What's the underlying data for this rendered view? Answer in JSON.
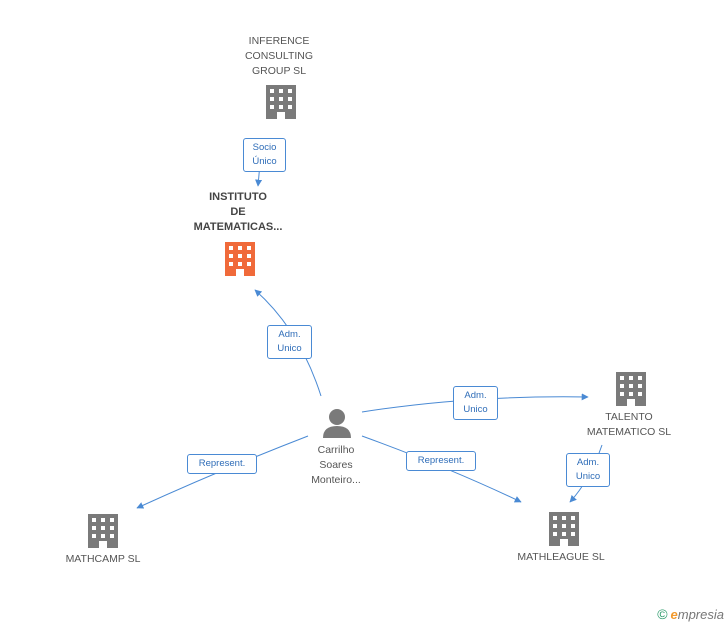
{
  "colors": {
    "building_gray": "#7a7a7a",
    "building_highlight": "#f06a3a",
    "edge": "#4a8ad4",
    "person": "#7a7a7a"
  },
  "nodes": {
    "inference": {
      "lines": [
        "INFERENCE",
        "CONSULTING",
        "GROUP SL"
      ],
      "icon": "building-icon"
    },
    "instituto": {
      "lines": [
        "INSTITUTO",
        "DE",
        "MATEMATICAS..."
      ],
      "icon": "building-icon"
    },
    "person": {
      "lines": [
        "Carrilho",
        "Soares",
        "Monteiro..."
      ],
      "icon": "person-icon"
    },
    "talento": {
      "lines": [
        "TALENTO",
        "MATEMATICO SL"
      ],
      "icon": "building-icon"
    },
    "mathcamp": {
      "lines": [
        "MATHCAMP SL"
      ],
      "icon": "building-icon"
    },
    "mathleague": {
      "lines": [
        "MATHLEAGUE SL"
      ],
      "icon": "building-icon"
    }
  },
  "edges": {
    "socio_unico": [
      "Socio",
      "Único"
    ],
    "adm_instituto": [
      "Adm.",
      "Unico"
    ],
    "adm_talento": [
      "Adm.",
      "Unico"
    ],
    "adm_talento_mathleague": [
      "Adm.",
      "Unico"
    ],
    "represent_mathcamp": [
      "Represent."
    ],
    "represent_mathleague": [
      "Represent."
    ]
  },
  "footer": {
    "copyright_symbol": "©",
    "brand_initial": "e",
    "brand_rest": "mpresia"
  }
}
